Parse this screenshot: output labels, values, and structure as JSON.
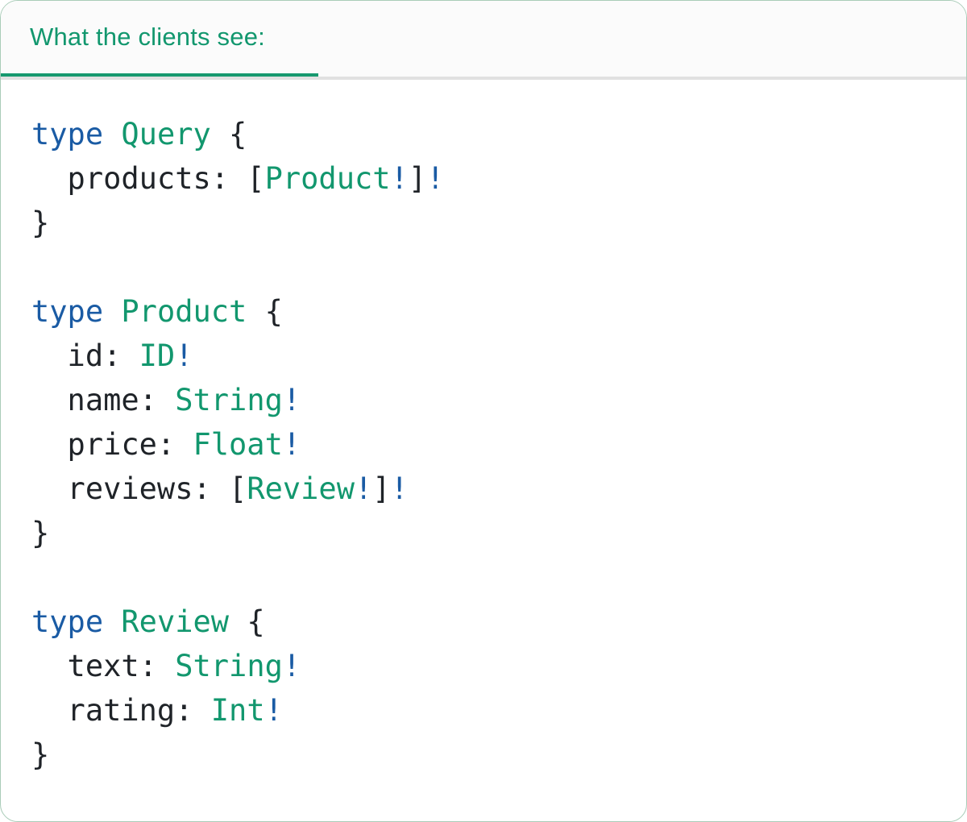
{
  "card": {
    "tab_label": "What the clients see:"
  },
  "colors": {
    "tab_text": "#12976E",
    "underline": "#17996F",
    "track": "#E1E1E1",
    "header_bg": "#FBFBFB",
    "card_bg": "#FFFFFF",
    "border": "#A9CCB8",
    "keyword": "#1A5BA4",
    "typename": "#12976E",
    "bang": "#1A5BA4",
    "punct": "#1F2328"
  },
  "code": {
    "language": "graphql",
    "lines": [
      [
        {
          "text": "type",
          "type": "keyword"
        },
        {
          "text": " ",
          "type": "plain"
        },
        {
          "text": "Query",
          "type": "typename"
        },
        {
          "text": " {",
          "type": "plain"
        }
      ],
      [
        {
          "text": "  products: [",
          "type": "plain"
        },
        {
          "text": "Product",
          "type": "typename"
        },
        {
          "text": "!",
          "type": "bang"
        },
        {
          "text": "]",
          "type": "plain"
        },
        {
          "text": "!",
          "type": "bang"
        }
      ],
      [
        {
          "text": "}",
          "type": "plain"
        }
      ],
      [],
      [
        {
          "text": "type",
          "type": "keyword"
        },
        {
          "text": " ",
          "type": "plain"
        },
        {
          "text": "Product",
          "type": "typename"
        },
        {
          "text": " {",
          "type": "plain"
        }
      ],
      [
        {
          "text": "  id: ",
          "type": "plain"
        },
        {
          "text": "ID",
          "type": "typename"
        },
        {
          "text": "!",
          "type": "bang"
        }
      ],
      [
        {
          "text": "  name: ",
          "type": "plain"
        },
        {
          "text": "String",
          "type": "typename"
        },
        {
          "text": "!",
          "type": "bang"
        }
      ],
      [
        {
          "text": "  price: ",
          "type": "plain"
        },
        {
          "text": "Float",
          "type": "typename"
        },
        {
          "text": "!",
          "type": "bang"
        }
      ],
      [
        {
          "text": "  reviews: [",
          "type": "plain"
        },
        {
          "text": "Review",
          "type": "typename"
        },
        {
          "text": "!",
          "type": "bang"
        },
        {
          "text": "]",
          "type": "plain"
        },
        {
          "text": "!",
          "type": "bang"
        }
      ],
      [
        {
          "text": "}",
          "type": "plain"
        }
      ],
      [],
      [
        {
          "text": "type",
          "type": "keyword"
        },
        {
          "text": " ",
          "type": "plain"
        },
        {
          "text": "Review",
          "type": "typename"
        },
        {
          "text": " {",
          "type": "plain"
        }
      ],
      [
        {
          "text": "  text: ",
          "type": "plain"
        },
        {
          "text": "String",
          "type": "typename"
        },
        {
          "text": "!",
          "type": "bang"
        }
      ],
      [
        {
          "text": "  rating: ",
          "type": "plain"
        },
        {
          "text": "Int",
          "type": "typename"
        },
        {
          "text": "!",
          "type": "bang"
        }
      ],
      [
        {
          "text": "}",
          "type": "plain"
        }
      ]
    ]
  }
}
